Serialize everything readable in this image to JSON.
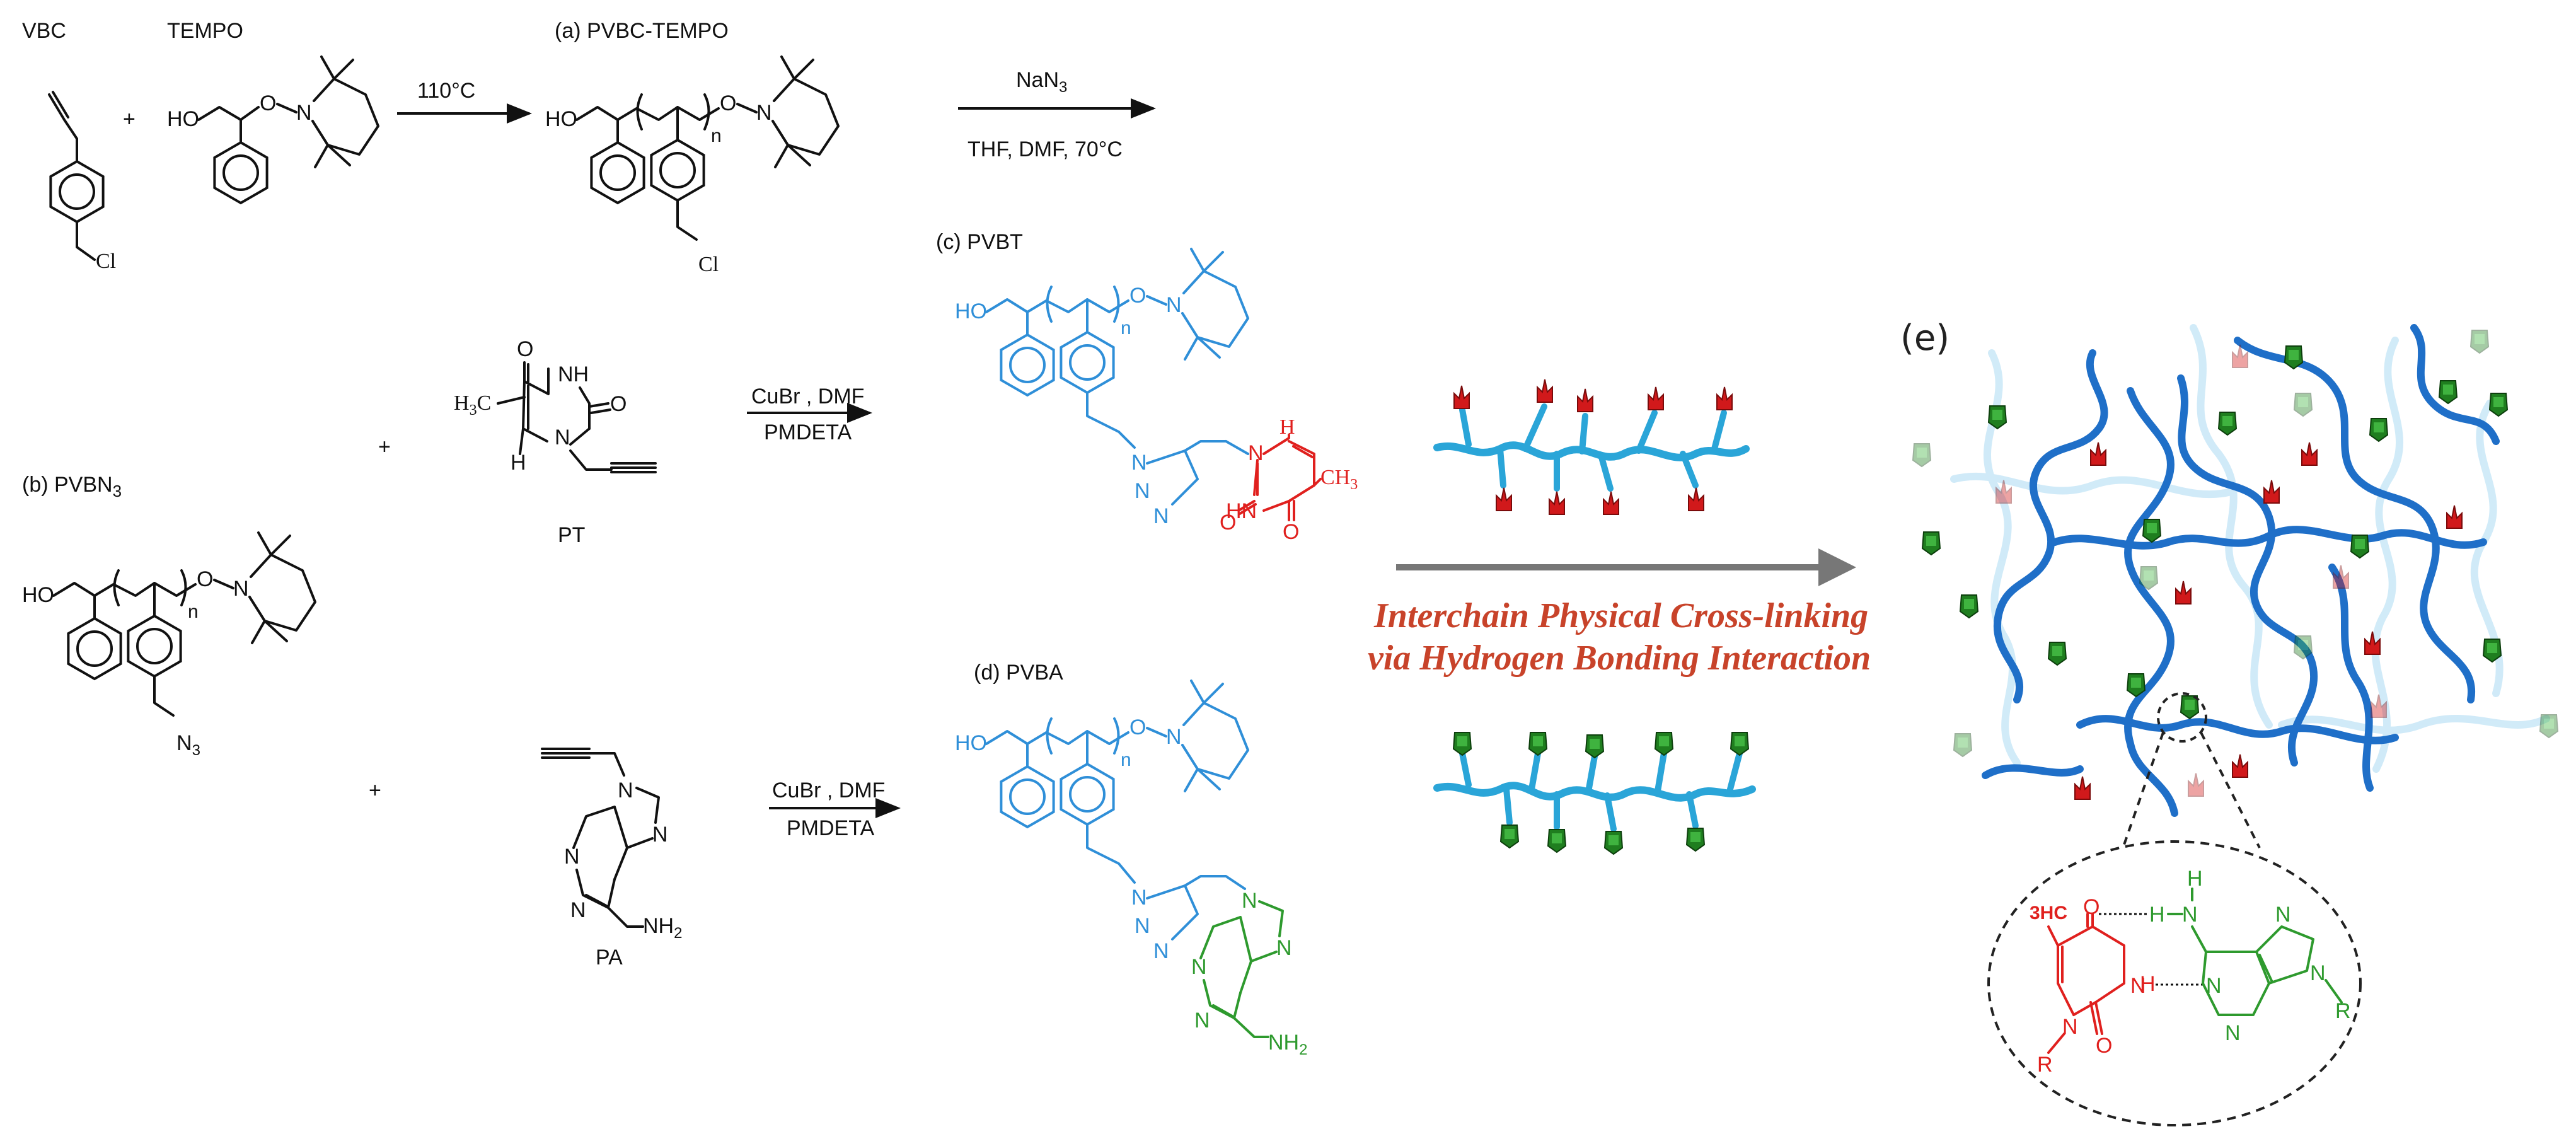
{
  "labels": {
    "vbc": "VBC",
    "tempo": "TEMPO",
    "a": "(a) PVBC-TEMPO",
    "b": "(b) PVBN",
    "b_sub": "3",
    "c": "(c) PVBT",
    "d": "(d) PVBA",
    "e": "(e)",
    "pt": "PT",
    "pa": "PA",
    "plus": "+"
  },
  "conditions": {
    "step1": "110°C",
    "step2_top": "NaN",
    "step2_top_sub": "3",
    "step2_bottom": "THF, DMF, 70°C",
    "click_top": "CuBr , DMF",
    "click_bottom": "PMDETA"
  },
  "banner": {
    "line1": "Interchain Physical Cross-linking",
    "line2": "via Hydrogen Bonding Interaction"
  },
  "atoms": {
    "ho": "HO",
    "o": "O",
    "n": "N",
    "nh": "NH",
    "hn": "HN",
    "h": "H",
    "cl": "Cl",
    "n_sub": "n",
    "h3c": "H",
    "h3c_sub": "3",
    "h3c_c": "C",
    "ch3": "CH",
    "ch3_sub": "3",
    "n3": "N",
    "n3_sub": "3",
    "nh2": "NH",
    "nh2_sub": "2",
    "r": "R",
    "hc3": "3HC"
  },
  "colors": {
    "thymine_polymer": "#2f8fd8",
    "thymine": "#e0201e",
    "adenine": "#2e9a2e",
    "banner": "#c8432a",
    "arrow": "#777777"
  }
}
